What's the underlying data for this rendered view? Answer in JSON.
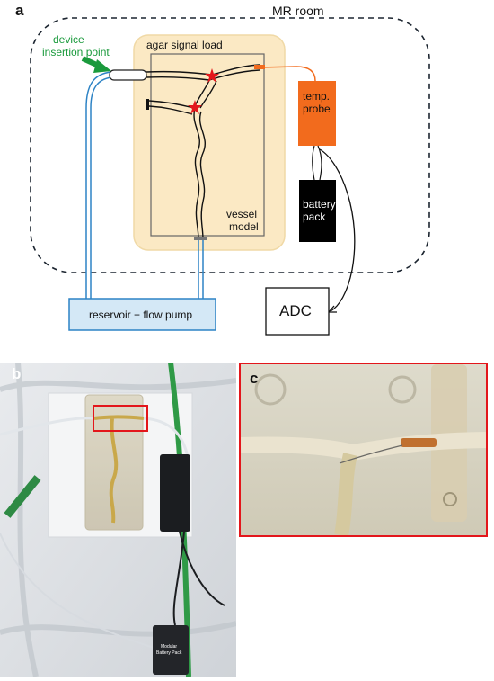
{
  "panel_a": {
    "letter": "a",
    "room_label": "MR room",
    "device_insertion": [
      "device",
      "insertion point"
    ],
    "agar_label": "agar signal load",
    "vessel_label": [
      "vessel",
      "model"
    ],
    "temp_probe": [
      "temp.",
      "probe"
    ],
    "battery_pack": [
      "battery",
      "pack"
    ],
    "adc": "ADC",
    "reservoir": "reservoir + flow pump",
    "colors": {
      "room_border": "#1c2530",
      "insertion_green": "#1a9a3c",
      "agar_fill": "#fbe9c4",
      "agar_border": "#f0d9a6",
      "temp_probe": "#f26b1d",
      "battery": "#000000",
      "reservoir_fill": "#d4e8f6",
      "reservoir_border": "#2d83c5",
      "tube_blue": "#2d83c5",
      "marker_red": "#e3161b"
    }
  },
  "panel_b": {
    "letter": "b",
    "battery_text": [
      "Modular",
      "Battery Pack"
    ]
  },
  "panel_c": {
    "letter": "c",
    "frame_color": "#e3161b"
  }
}
